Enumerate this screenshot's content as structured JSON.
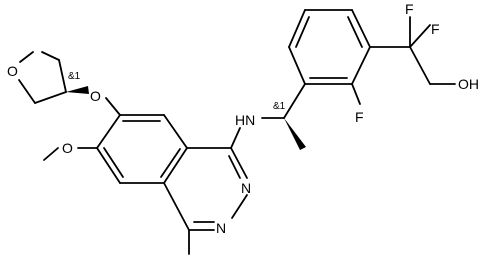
{
  "diagram": {
    "type": "chemical-structure",
    "atom_labels": {
      "ring_oxygen": "O",
      "ether_oxygen_thf": "O",
      "methoxy_oxygen": "O",
      "amine": "HN",
      "ring_nitrogen_1": "N",
      "ring_nitrogen_2": "N",
      "fluorine_aryl": "F",
      "fluorine_cf2_a": "F",
      "fluorine_cf2_b": "F",
      "hydroxyl": "OH"
    },
    "stereo_labels": {
      "thf_center": "&1",
      "benzylic_center": "&1"
    }
  }
}
